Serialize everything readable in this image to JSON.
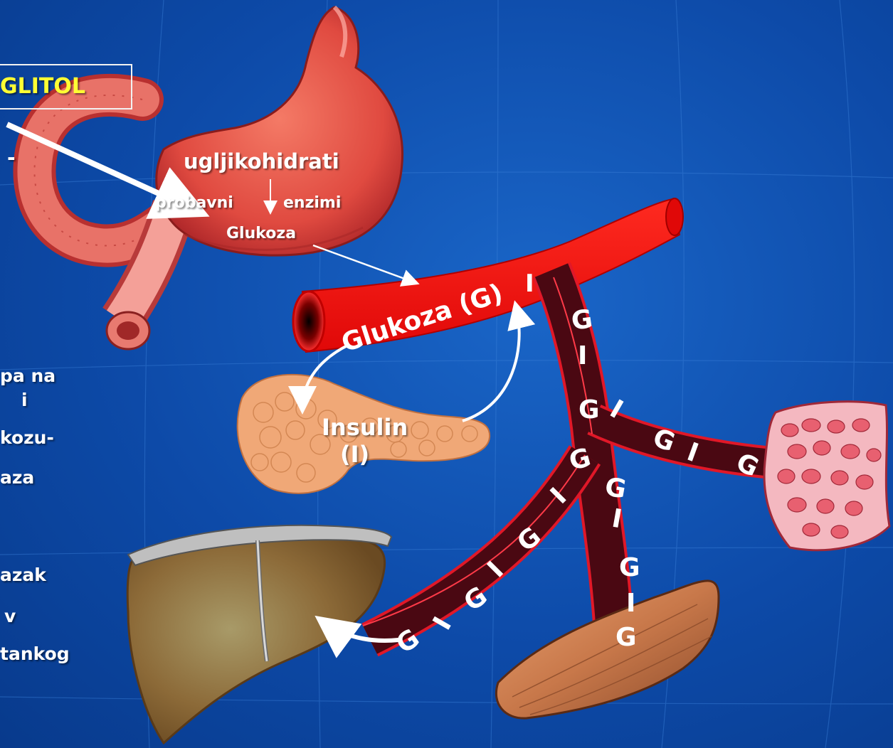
{
  "labels": {
    "glitol": "GLITOL",
    "dash": "-",
    "ugljikohidrati": "ugljikohidrati",
    "probavni": "probavni",
    "enzimi": "enzimi",
    "glukoza_stomach": "Glukoza",
    "glukoza_vessel": "Glukoza (G)",
    "vessel_insulin_mark": "I",
    "insulin": "Insulin",
    "insulin_abbr": "(I)"
  },
  "branch_letters": {
    "G": "G",
    "I": "I"
  },
  "left_text_fragments": [
    "pa na",
    "i",
    "kozu-",
    "aza",
    "azak",
    "v",
    "tankog"
  ],
  "colors": {
    "background": "#0d4aa8",
    "vessel_red": "#ff1010",
    "branch_dark": "#4a0812",
    "branch_outline": "#e01828",
    "stomach": "#e8564a",
    "pancreas": "#f0a877",
    "liver": "#9a7540",
    "muscle": "#d48a5c",
    "adipose": "#f4b8c0",
    "glitol_text": "#ffff33"
  },
  "icons": [
    "stomach-icon",
    "intestine-icon",
    "blood-vessel-icon",
    "pancreas-icon",
    "liver-icon",
    "muscle-icon",
    "adipose-tissue-icon"
  ]
}
